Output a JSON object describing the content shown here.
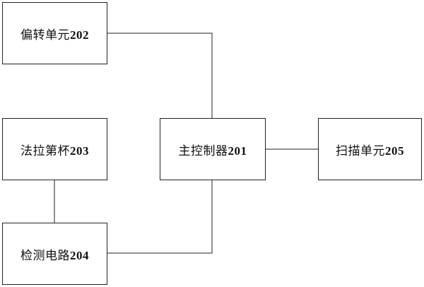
{
  "diagram": {
    "blocks": {
      "deflection_unit": {
        "name": "偏转单元",
        "number": "202"
      },
      "faraday_cup": {
        "name": "法拉第杯",
        "number": "203"
      },
      "detection_circuit": {
        "name": "检测电路",
        "number": "204"
      },
      "main_controller": {
        "name": "主控制器",
        "number": "201"
      },
      "scanning_unit": {
        "name": "扫描单元",
        "number": "205"
      }
    },
    "connections": [
      {
        "from": "deflection_unit",
        "to": "main_controller"
      },
      {
        "from": "faraday_cup",
        "to": "detection_circuit"
      },
      {
        "from": "detection_circuit",
        "to": "main_controller"
      },
      {
        "from": "main_controller",
        "to": "scanning_unit"
      }
    ],
    "colors": {
      "line": "#222222",
      "box_border": "#222222",
      "background": "#ffffff",
      "text": "#111111"
    }
  }
}
